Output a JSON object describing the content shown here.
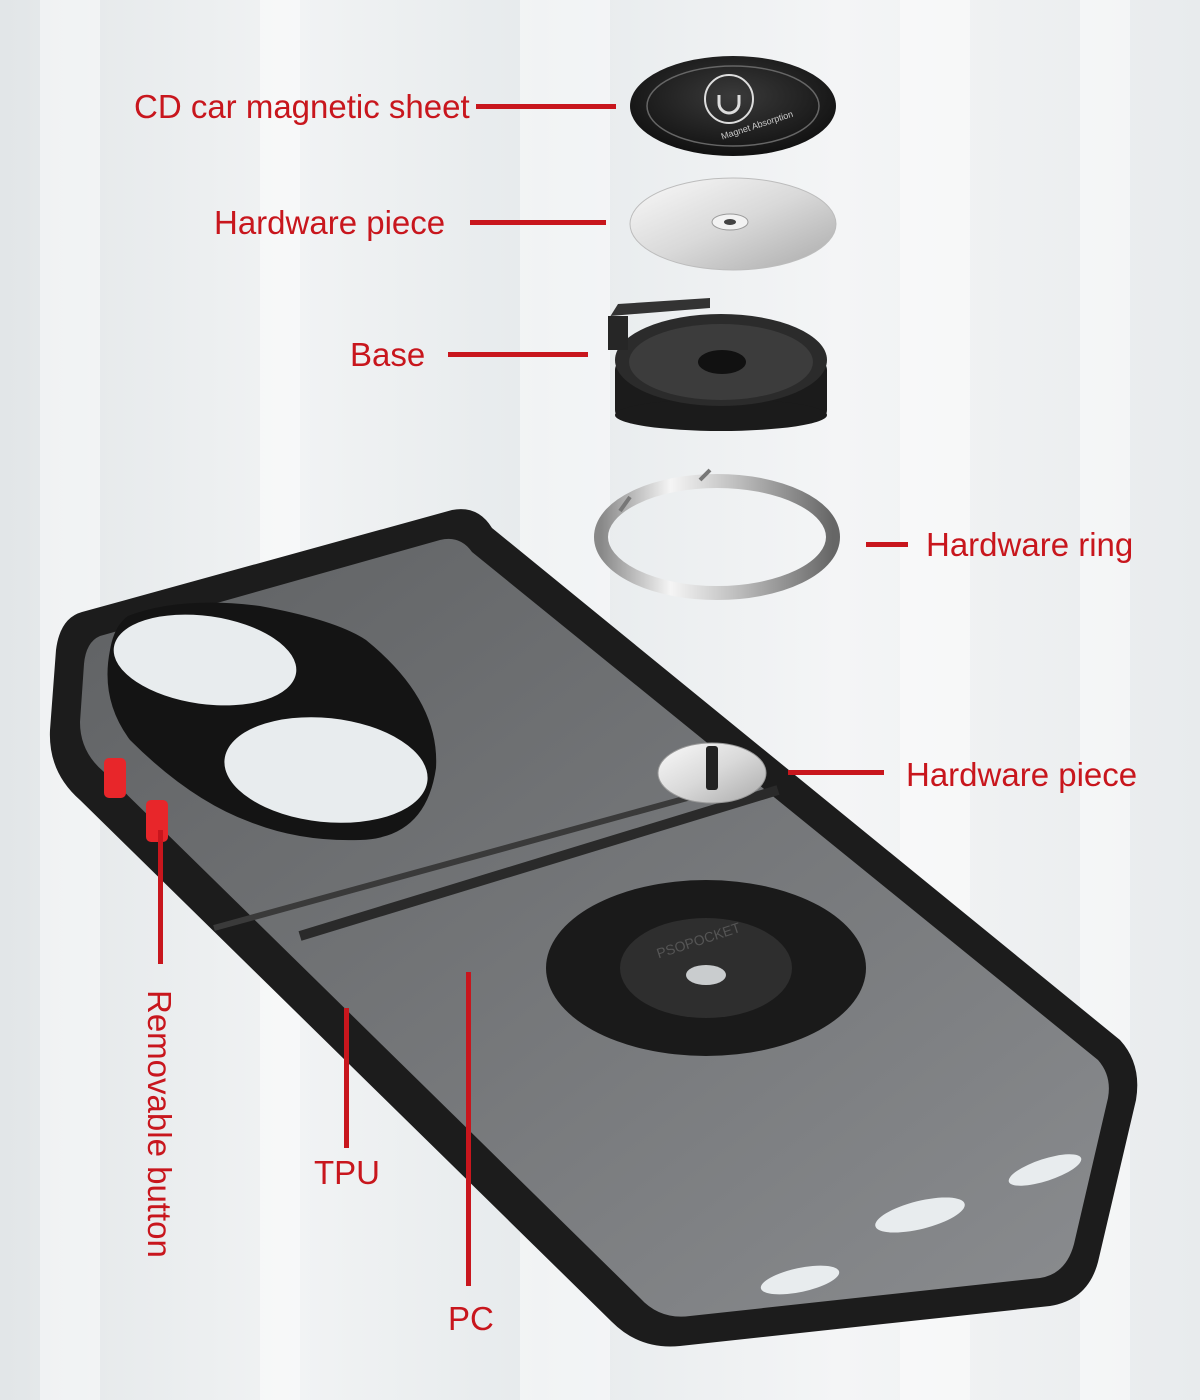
{
  "labels": {
    "cd_sheet": "CD car magnetic sheet",
    "hardware_piece_top": "Hardware piece",
    "base": "Base",
    "hardware_ring": "Hardware ring",
    "hardware_piece_mid": "Hardware piece",
    "removable_button": "Removable button",
    "tpu": "TPU",
    "pc": "PC"
  },
  "product_text": {
    "magnet_label": "Magnet Absorption",
    "brand": "PSOPOCKET"
  },
  "colors": {
    "accent": "#c8161d",
    "case_black": "#1c1c1c",
    "pc_grey": "#7b7d80",
    "button_red": "#e8262a"
  }
}
